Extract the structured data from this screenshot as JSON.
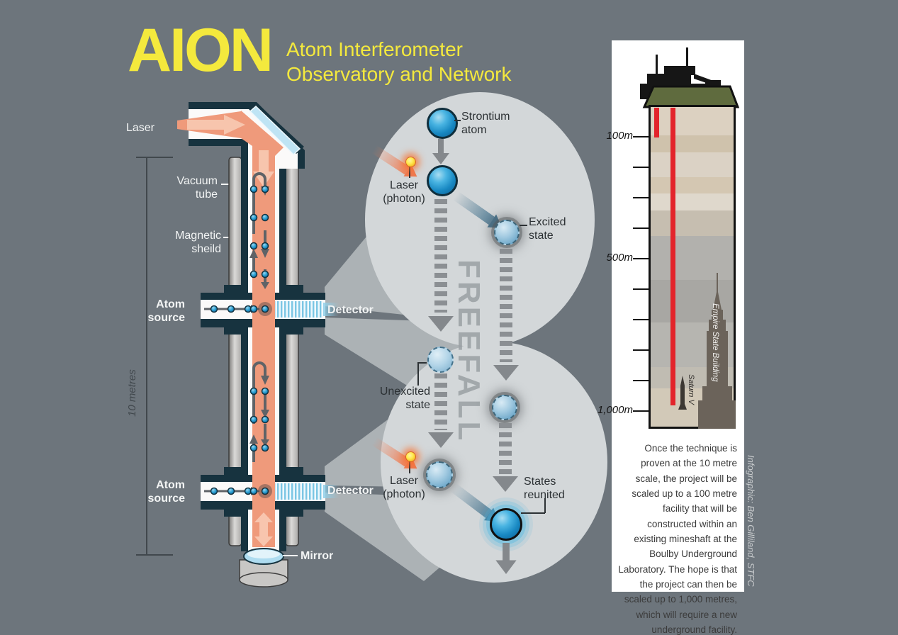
{
  "title": {
    "acronym": "AION",
    "subtitle_line1": "Atom Interferometer",
    "subtitle_line2": "Observatory and Network"
  },
  "colors": {
    "background": "#6d757c",
    "accent_yellow": "#f4e93d",
    "tube_navy": "#17333f",
    "laser_salmon": "#ef9a7b",
    "atom_blue": "#2aa0d4",
    "callout_gray": "#d3d7d9",
    "card_white": "#ffffff",
    "depth_red": "#e3242b",
    "surface_green": "#5f6b3e"
  },
  "apparatus": {
    "laser": "Laser",
    "vacuum_tube": "Vacuum tube",
    "magnetic_shield": "Magnetic sheild",
    "atom_source": "Atom source",
    "detector": "Detector",
    "mirror": "Mirror",
    "height_scale": "10 metres"
  },
  "callouts": {
    "freefall": "FREEFALL",
    "strontium_atom": "Strontium atom",
    "laser_photon": "Laser (photon)",
    "excited_state": "Excited state",
    "unexcited_state": "Unexcited state",
    "states_reunited": "States reunited"
  },
  "depth_panel": {
    "m100": "100m",
    "m500": "500m",
    "m1000": "1,000m",
    "empire_state": "Empire State Building",
    "saturn_v": "Saturn V",
    "caption": "Once the technique is proven at the 10 metre scale, the project will be scaled up to a 100 metre facility that will be constructed within an existing mineshaft at the Boulby Underground Laboratory. The hope is that the project can then be scaled up to 1,000 metres, which will require a new underground facility."
  },
  "credit": "Infographic: Ben Gilliland, STFC"
}
